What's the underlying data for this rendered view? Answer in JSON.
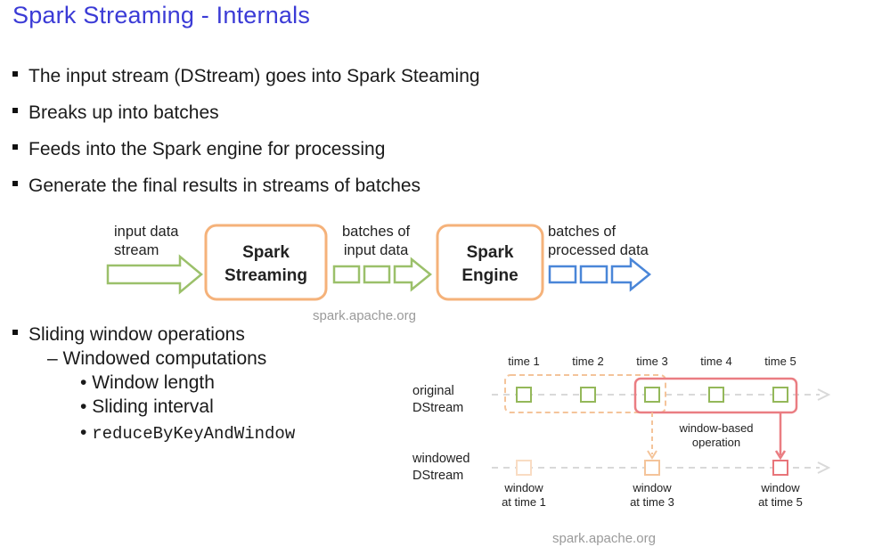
{
  "title": "Spark Streaming - Internals",
  "bullets": [
    "The input stream (DStream) goes into Spark Steaming",
    "Breaks up into batches",
    "Feeds into the Spark engine for processing",
    "Generate the final results in streams of batches"
  ],
  "flow": {
    "input_label_1": "input data",
    "input_label_2": "stream",
    "box1_line1": "Spark",
    "box1_line2": "Streaming",
    "mid_label_1": "batches of",
    "mid_label_2": "input data",
    "box2_line1": "Spark",
    "box2_line2": "Engine",
    "output_label_1": "batches of",
    "output_label_2": "processed data",
    "credit": "spark.apache.org"
  },
  "sliding": {
    "heading": "Sliding window operations",
    "sub": "– Windowed computations",
    "items": [
      "Window length",
      "Sliding interval",
      "reduceByKeyAndWindow"
    ]
  },
  "window_diagram": {
    "times": [
      "time 1",
      "time 2",
      "time 3",
      "time 4",
      "time 5"
    ],
    "original_label_1": "original",
    "original_label_2": "DStream",
    "windowed_label_1": "windowed",
    "windowed_label_2": "DStream",
    "op_label_1": "window-based",
    "op_label_2": "operation",
    "win_labels": [
      {
        "l1": "window",
        "l2": "at time 1"
      },
      {
        "l1": "window",
        "l2": "at time 3"
      },
      {
        "l1": "window",
        "l2": "at time 5"
      }
    ],
    "credit": "spark.apache.org",
    "colors": {
      "green": "#8faf4a",
      "orange": "#f2b27a",
      "red": "#e8757a",
      "blue": "#4a86d8"
    }
  }
}
